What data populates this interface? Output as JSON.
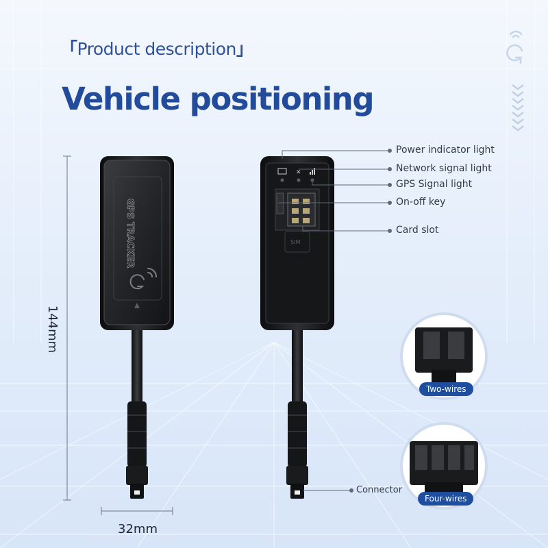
{
  "header": {
    "subtitle": "Product description",
    "title": "Vehicle positioning"
  },
  "device_front": {
    "brand_text": "GPS TRACKER"
  },
  "callouts": [
    {
      "id": "power",
      "label": "Power indicator light"
    },
    {
      "id": "network",
      "label": "Network signal light"
    },
    {
      "id": "gps",
      "label": "GPS Signal light"
    },
    {
      "id": "onoff",
      "label": "On-off key"
    },
    {
      "id": "card",
      "label": "Card slot"
    },
    {
      "id": "connector",
      "label": "Connector"
    }
  ],
  "device_back": {
    "sim_text": "SIM"
  },
  "dimensions": {
    "height": "144mm",
    "width": "32mm"
  },
  "connectors": [
    {
      "label": "Two-wires"
    },
    {
      "label": "Four-wires"
    }
  ],
  "colors": {
    "brand_blue": "#224c9b",
    "badge_blue": "#1f4e9e",
    "device_black": "#1b1c1e"
  }
}
